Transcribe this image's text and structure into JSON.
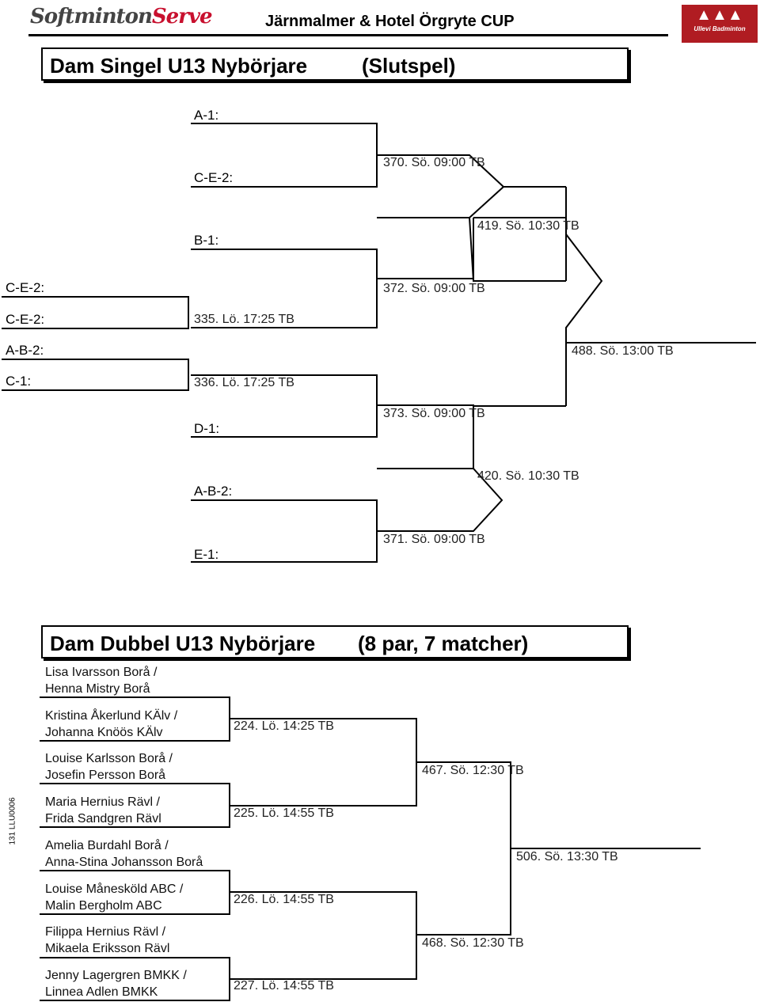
{
  "header": {
    "logo_left": [
      "Softminton",
      "Serve"
    ],
    "title": "Järnmalmer & Hotel Örgryte CUP",
    "logo_right": "Ullevi Badminton"
  },
  "singles": {
    "title": "Dam Singel U13 Nybörjare",
    "subtitle": "(Slutspel)",
    "slots": {
      "a1": "A-1:",
      "ce2_top": "C-E-2:",
      "b1": "B-1:",
      "ce2_l1": "C-E-2:",
      "ce2_l2": "C-E-2:",
      "ab2_left": "A-B-2:",
      "c1": "C-1:",
      "d1": "D-1:",
      "ab2_mid": "A-B-2:",
      "e1": "E-1:"
    },
    "matches": {
      "m335": "335. Lö. 17:25  TB",
      "m336": "336. Lö. 17:25  TB",
      "m370": "370.  Sö. 09:00  TB",
      "m372": "372.  Sö. 09:00  TB",
      "m373": "373.  Sö. 09:00  TB",
      "m371": "371.  Sö. 09:00  TB",
      "m419": "419.  Sö. 10:30  TB",
      "m420": "420.  Sö. 10:30  TB",
      "m488": "488.  Sö. 13:00  TB"
    }
  },
  "doubles": {
    "title": "Dam Dubbel U13 Nybörjare",
    "subtitle": "(8 par,  7 matcher)",
    "pairs": [
      [
        "Lisa Ivarsson Borå /",
        "Henna Mistry Borå"
      ],
      [
        "Kristina Åkerlund KÄlv /",
        "Johanna Knöös KÄlv"
      ],
      [
        "Louise Karlsson Borå /",
        "Josefin Persson Borå"
      ],
      [
        "Maria Hernius Rävl /",
        "Frida Sandgren Rävl"
      ],
      [
        "Amelia Burdahl Borå /",
        "Anna-Stina Johansson Borå"
      ],
      [
        "Louise Månesköld ABC /",
        "Malin Bergholm ABC"
      ],
      [
        "Filippa Hernius Rävl /",
        "Mikaela Eriksson Rävl"
      ],
      [
        "Jenny Lagergren BMKK /",
        "Linnea Adlen BMKK"
      ]
    ],
    "matches": {
      "m224": "224.  Lö.  14:25  TB",
      "m225": "225.  Lö.  14:55  TB",
      "m226": "226.  Lö.  14:55  TB",
      "m227": "227.  Lö.  14:55  TB",
      "m467": "467.  Sö.  12:30  TB",
      "m468": "468.  Sö.  12:30  TB",
      "m506": "506.  Sö.  13:30  TB"
    }
  },
  "side_code": "131  LLU0006"
}
